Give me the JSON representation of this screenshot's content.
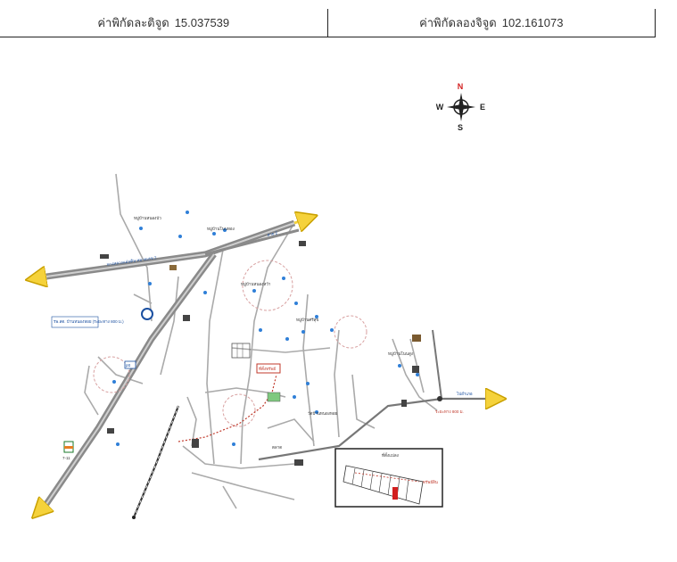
{
  "coordinates": {
    "latitude_label": "ค่าพิกัดละติจูด",
    "latitude_value": "15.037539",
    "longitude_label": "ค่าพิกัดลองจิจูด",
    "longitude_value": "102.161073"
  },
  "compass": {
    "n": "N",
    "s": "S",
    "e": "E",
    "w": "W"
  },
  "map_labels": {
    "road_main_left": "ทางหลวงแผ่นดิน หมายเลข 2",
    "road_main_right": "สาย 2",
    "road_east": "ไปอำเภอ",
    "school_blue": "รพ.สต. บ้านหนองหอย (ระยะทาง 800 ม.)",
    "village_1": "หมู่บ้านหนองบัว",
    "village_2": "หมู่บ้านโนนทอง",
    "village_3": "หมู่บ้านหนองหว้า",
    "village_4": "หมู่บ้านศรีสุข",
    "village_5": "หมู่บ้านโนนสูง",
    "site": "ที่ตั้งทรัพย์",
    "temple": "วัดบ้านหนองหอย",
    "market": "ตลาด",
    "inset_title": "ที่ตั้งแปลง",
    "inset_site": "ทรัพย์สิน",
    "distance_note": "ระยะทาง 800 ม.",
    "label_7": "7-11",
    "label_ptt": "ptt"
  },
  "colors": {
    "road": "#9a9a9a",
    "road_dark": "#555555",
    "highlight": "#c0392b",
    "water": "#2f7fd8",
    "arrow": "#f5d23b"
  }
}
